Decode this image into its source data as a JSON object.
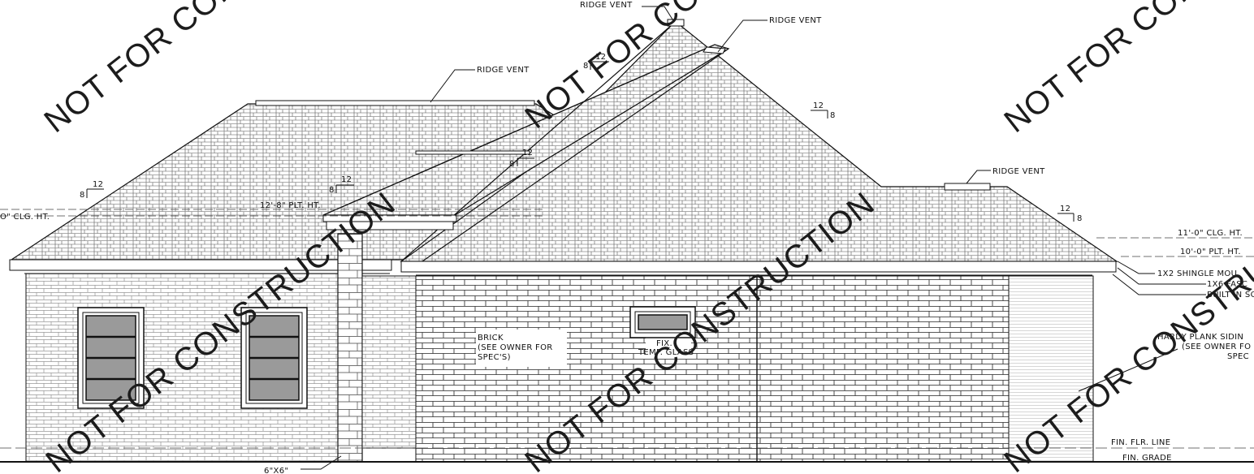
{
  "drawing": {
    "watermark_text": "NOT FOR CONSTRUCTION",
    "labels": {
      "ridge_vent_top": "RIDGE VENT",
      "ridge_vent_right": "RIDGE VENT",
      "ridge_vent_left": "RIDGE VENT",
      "ridge_vent_far_right": "RIDGE VENT",
      "ceiling_height_left": "O\" CLG. HT.",
      "plate_height_left": "12'-8\" PLT. HT.",
      "ceiling_height_right": "11'-0\" CLG. HT.",
      "plate_height_right": "10'-0\" PLT. HT.",
      "shingle_mould": "1X2 SHINGLE MOU",
      "fascia": "1X6 FASC",
      "soffit": "BUILT IN SOFF",
      "siding_line1": "HARDY PLANK SIDIN",
      "siding_line2": "(SEE OWNER FO",
      "siding_line3": "SPEC",
      "brick_line1": "BRICK",
      "brick_line2": "(SEE OWNER FOR",
      "brick_line3": "SPEC'S)",
      "window_fix_line1": "FIX.",
      "window_fix_line2": "TEMP. GLASS",
      "finish_floor": "FIN. FLR. LINE",
      "finish_grade": "FIN. GRADE",
      "column_note": "6\"X6\""
    },
    "pitch_marks": [
      {
        "rise": "8",
        "run": "12"
      },
      {
        "rise": "8",
        "run": "12"
      },
      {
        "rise": "8",
        "run": "12"
      },
      {
        "rise": "8",
        "run": "12"
      },
      {
        "rise": "8",
        "run": "12"
      },
      {
        "rise": "8",
        "run": "12"
      }
    ]
  }
}
